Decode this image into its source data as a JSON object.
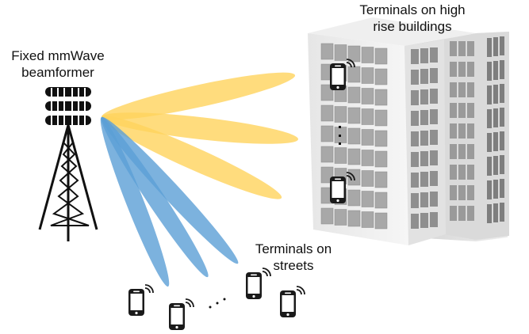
{
  "labels": {
    "beamformer": [
      "Fixed mmWave",
      "beamformer"
    ],
    "high_rise": [
      "Terminals on high",
      "rise buildings"
    ],
    "streets": [
      "Terminals on",
      "streets"
    ]
  },
  "beams": {
    "high_rise_color": "#FFD35C",
    "street_color": "#5B9FD6",
    "high_rise_count": 3,
    "street_count": 3
  },
  "icons": {
    "tower": "cell-tower-icon",
    "phone": "smartphone-signal-icon",
    "building": "high-rise-building-icon",
    "ellipsis": "ellipsis-dots"
  },
  "terminals": {
    "building_phones": 2,
    "street_phones": 4
  }
}
